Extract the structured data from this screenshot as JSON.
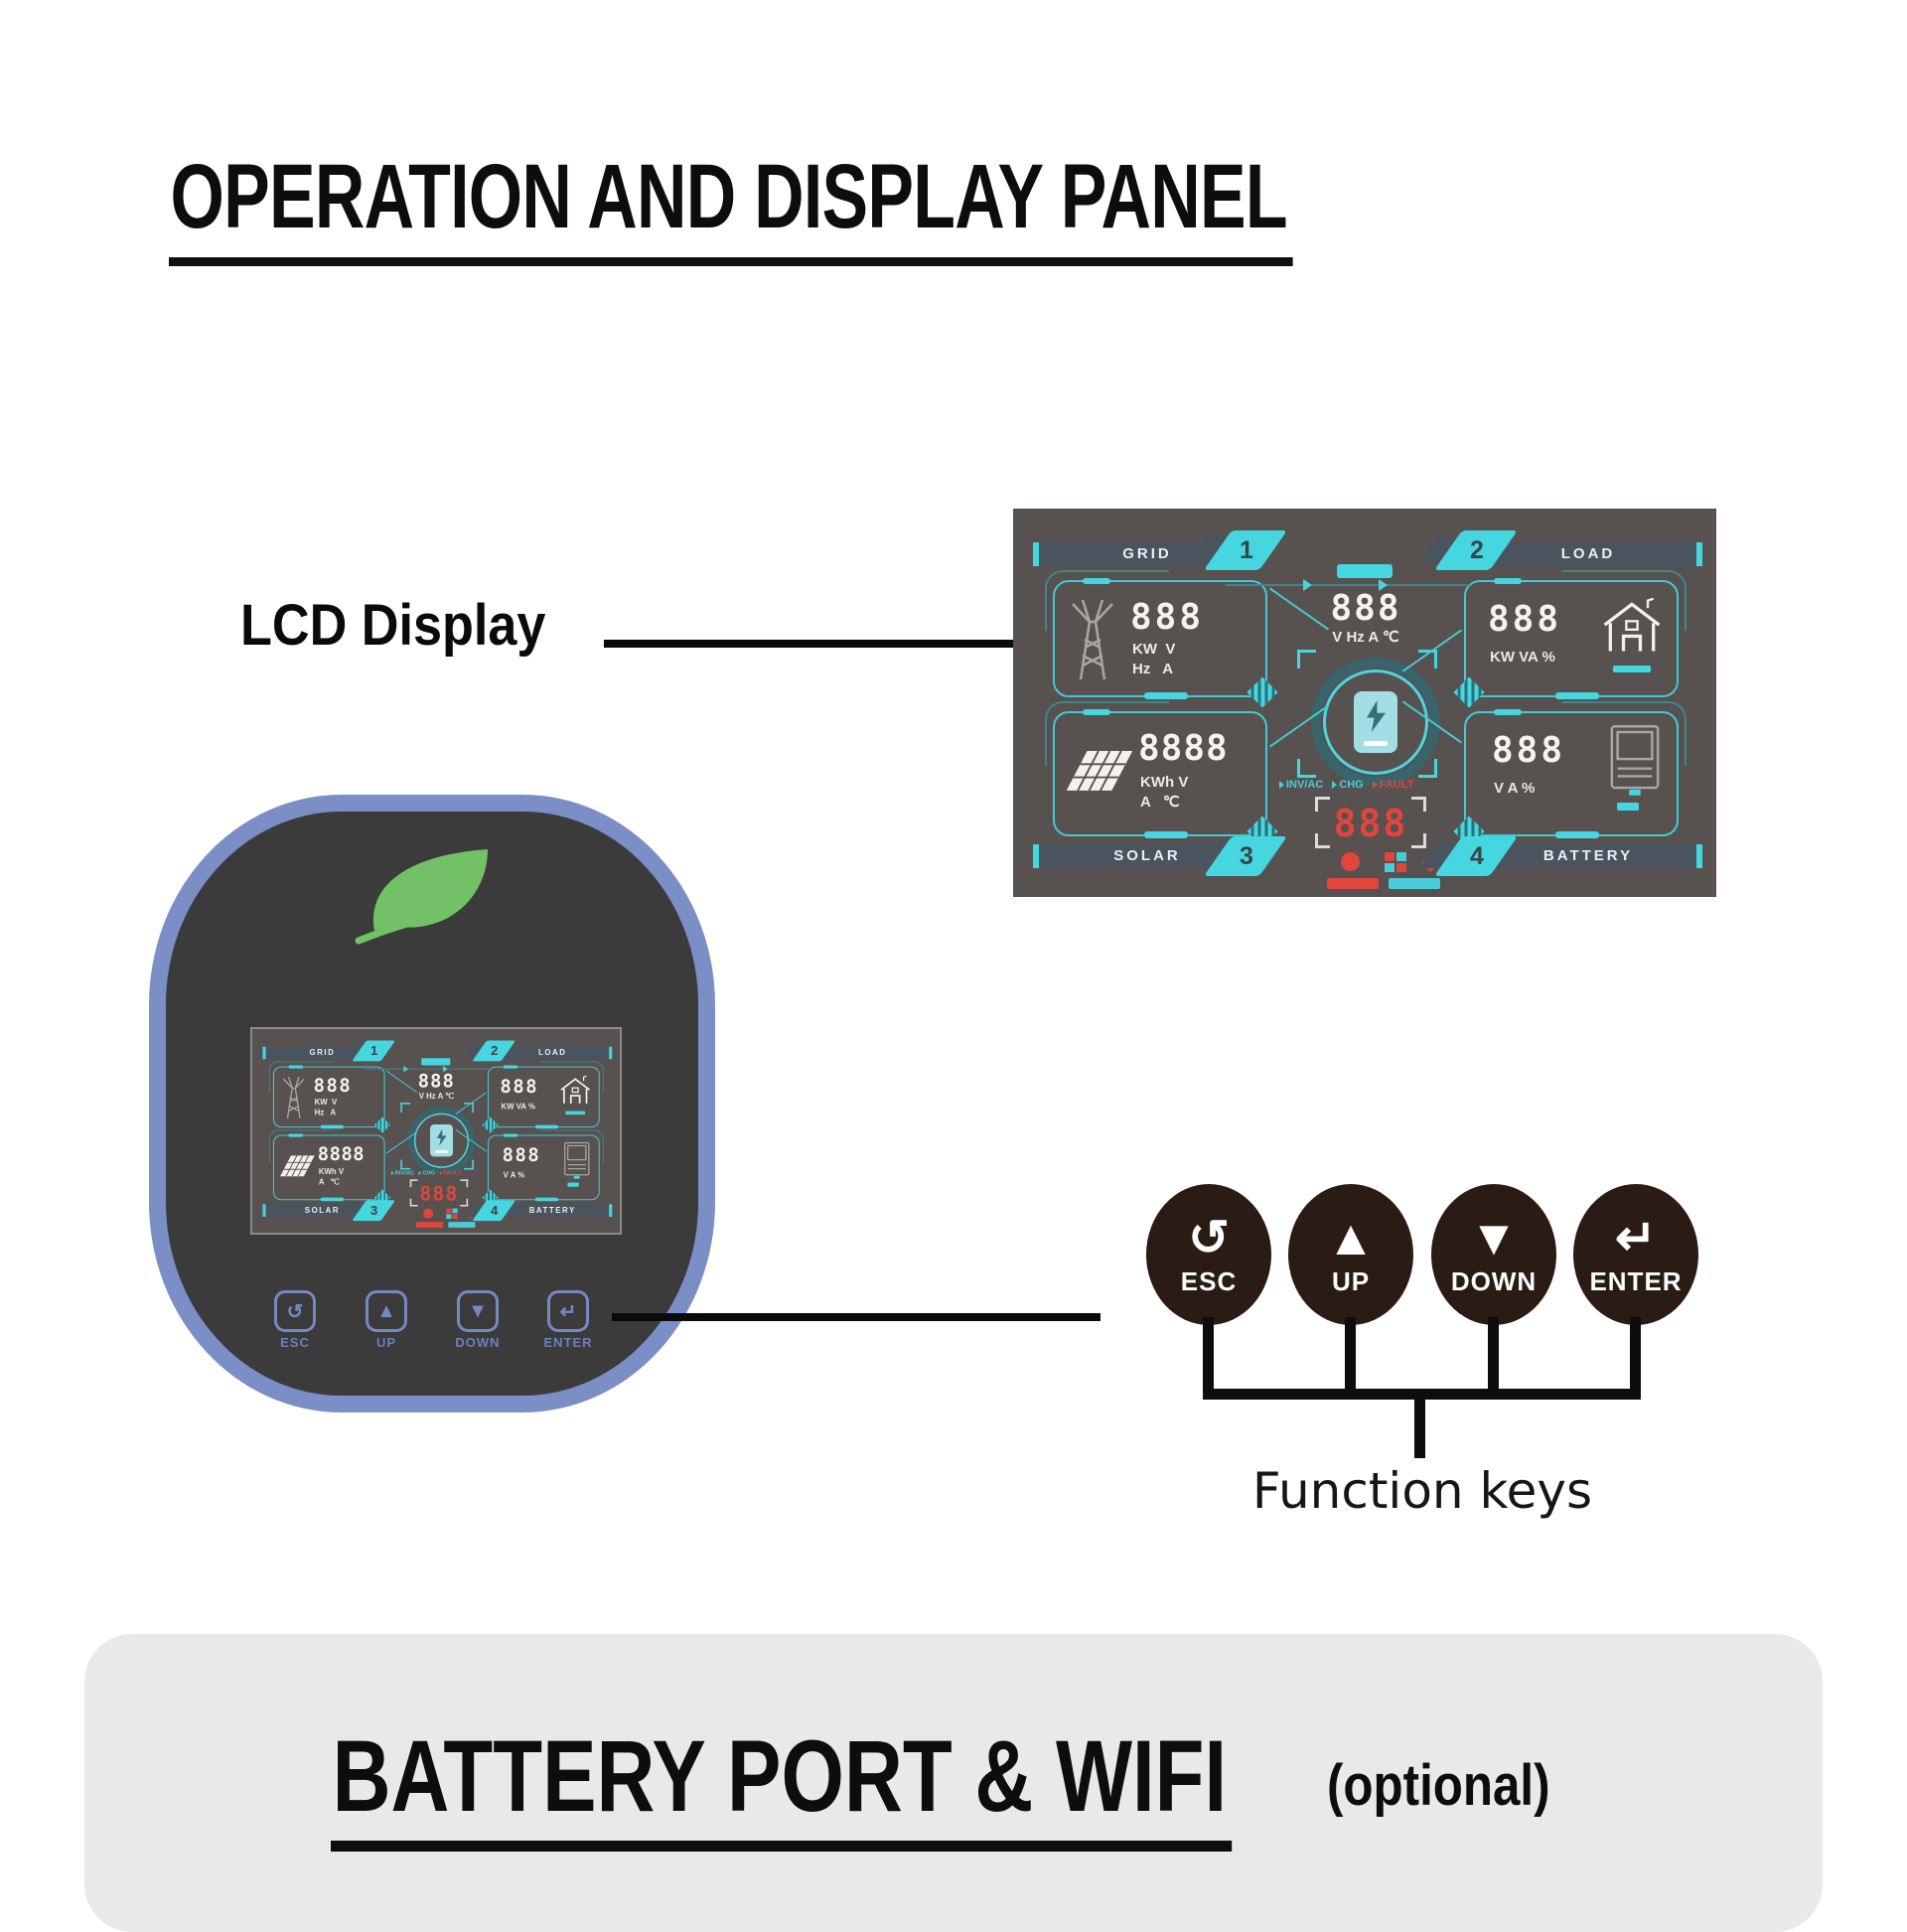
{
  "page": {
    "title": "OPERATION AND DISPLAY PANEL"
  },
  "callouts": {
    "lcd": "LCD Display",
    "function_keys": "Function keys"
  },
  "bottom_section": {
    "title": "BATTERY PORT & WIFI",
    "suffix": "(optional)"
  },
  "lcd": {
    "grid": {
      "label": "GRID",
      "badge": "1",
      "digits": "888",
      "units_l1": "KW  V",
      "units_l2": "Hz   A"
    },
    "load": {
      "label": "LOAD",
      "badge": "2",
      "digits": "888",
      "units_l1": "KW VA %"
    },
    "solar": {
      "label": "SOLAR",
      "badge": "3",
      "digits": "8888",
      "units_l1": "KWh V",
      "units_l2": "A   ℃"
    },
    "battery": {
      "label": "BATTERY",
      "badge": "4",
      "digits": "888",
      "units_l1": "V A %"
    },
    "center": {
      "digits": "888",
      "units": "V Hz A ℃"
    },
    "status": {
      "ind_invac": "INV/AC",
      "ind_chg": "CHG",
      "ind_fault": "FAULT",
      "digits": "888"
    }
  },
  "device": {
    "buttons": [
      {
        "icon": "↺",
        "label": "ESC"
      },
      {
        "icon": "▲",
        "label": "UP"
      },
      {
        "icon": "▼",
        "label": "DOWN"
      },
      {
        "icon": "↵",
        "label": "ENTER"
      }
    ]
  },
  "function_keys": {
    "keys": [
      {
        "icon": "↺",
        "label": "ESC"
      },
      {
        "icon": "▲",
        "label": "UP"
      },
      {
        "icon": "▼",
        "label": "DOWN"
      },
      {
        "icon": "↵",
        "label": "ENTER"
      }
    ]
  },
  "colors": {
    "teal": "#45d6e0",
    "red": "#e2453c",
    "panel_bg": "#575150",
    "device_border": "#7b8ec5",
    "leaf_green": "#72c166",
    "bottom_box_gray": "#e9e9e7"
  }
}
